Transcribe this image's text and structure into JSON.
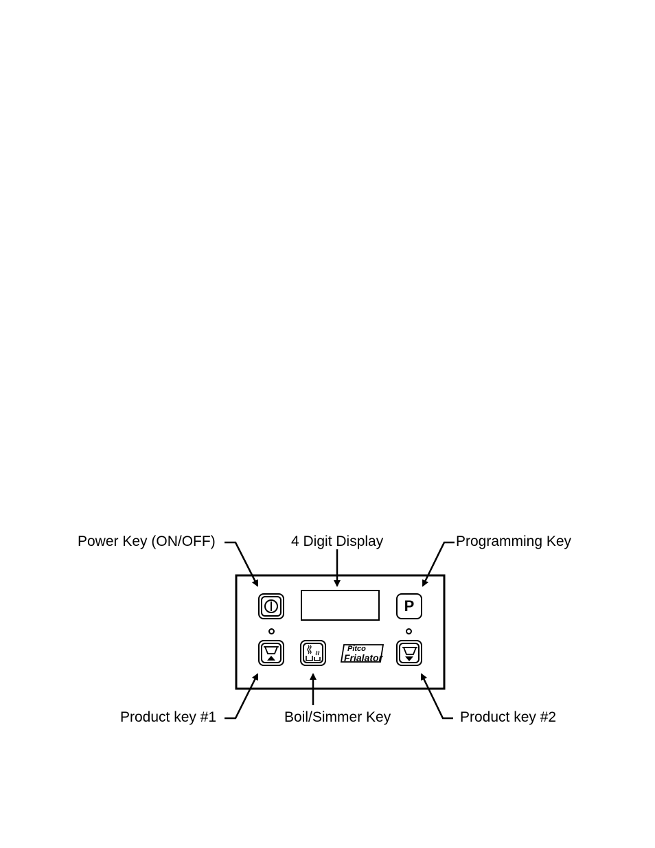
{
  "callouts": {
    "power_key": "Power Key (ON/OFF)",
    "display": "4 Digit Display",
    "programming_key": "Programming Key",
    "product_key_1": "Product key #1",
    "boil_simmer_key": "Boil/Simmer Key",
    "product_key_2": "Product key #2"
  },
  "panel": {
    "programming_key_symbol": "P",
    "logo_line1": "Pitco",
    "logo_line2": "Frialator"
  },
  "icons": {
    "power": "power-symbol-icon",
    "product_1": "basket-raise-icon",
    "product_2": "basket-lower-icon",
    "boil": "steam-pots-icon"
  }
}
